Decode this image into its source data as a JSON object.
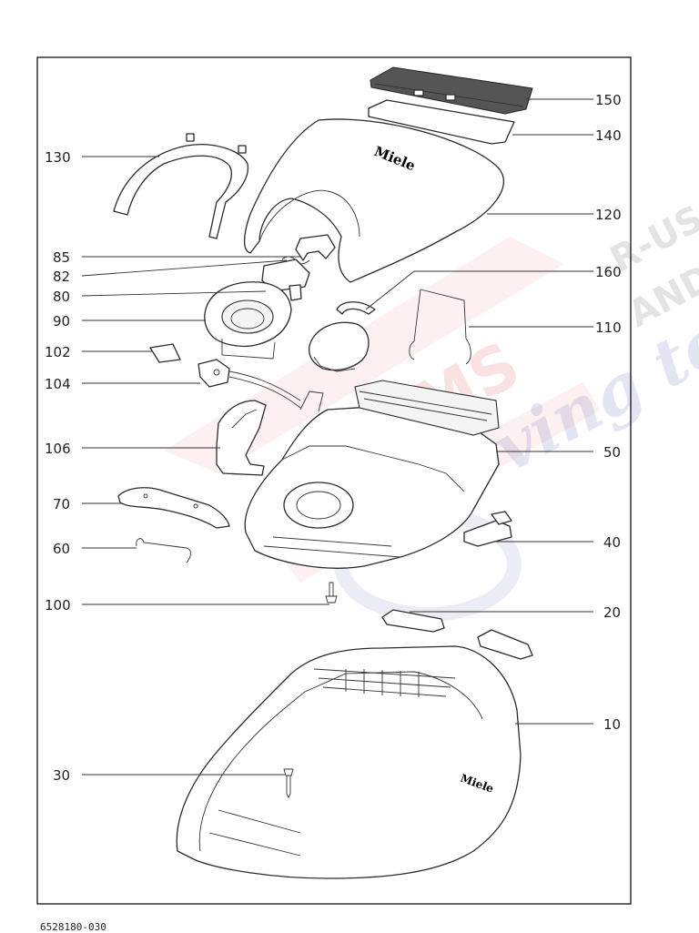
{
  "diagram": {
    "document_number": "6528180-030",
    "brand_mark": "Miele",
    "watermark": {
      "line1": "R-US",
      "line2": "AND",
      "line3": "UMS",
      "line4": "ving to"
    },
    "callouts": [
      {
        "id": "150",
        "label": "150"
      },
      {
        "id": "140",
        "label": "140"
      },
      {
        "id": "130",
        "label": "130"
      },
      {
        "id": "120",
        "label": "120"
      },
      {
        "id": "85",
        "label": "85"
      },
      {
        "id": "82",
        "label": "82"
      },
      {
        "id": "80",
        "label": "80"
      },
      {
        "id": "160",
        "label": "160"
      },
      {
        "id": "90",
        "label": "90"
      },
      {
        "id": "110",
        "label": "110"
      },
      {
        "id": "102",
        "label": "102"
      },
      {
        "id": "104",
        "label": "104"
      },
      {
        "id": "106",
        "label": "106"
      },
      {
        "id": "50",
        "label": "50"
      },
      {
        "id": "70",
        "label": "70"
      },
      {
        "id": "40",
        "label": "40"
      },
      {
        "id": "60",
        "label": "60"
      },
      {
        "id": "100",
        "label": "100"
      },
      {
        "id": "20",
        "label": "20"
      },
      {
        "id": "10",
        "label": "10"
      },
      {
        "id": "30",
        "label": "30"
      }
    ]
  }
}
